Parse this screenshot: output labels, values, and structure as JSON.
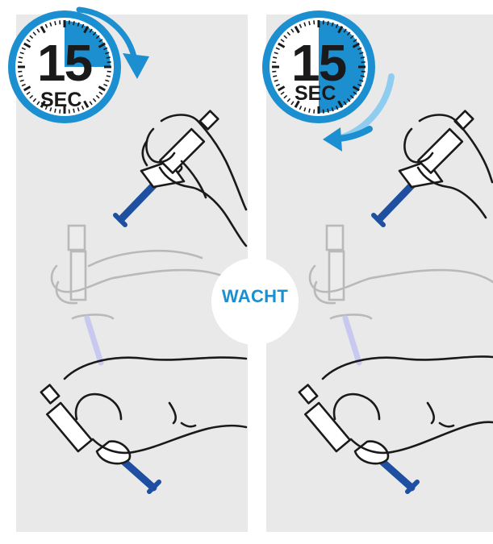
{
  "wait_label": "WACHT",
  "timers": [
    {
      "value": "15",
      "unit": "SEC"
    },
    {
      "value": "15",
      "unit": "SEC"
    }
  ],
  "colors": {
    "accent": "#1b8fcf",
    "accent_light": "#8ecdf0",
    "syringe_plunger": "#1f4fa0",
    "panel_bg": "#e9e9ea",
    "outline": "#1a1a1a"
  }
}
